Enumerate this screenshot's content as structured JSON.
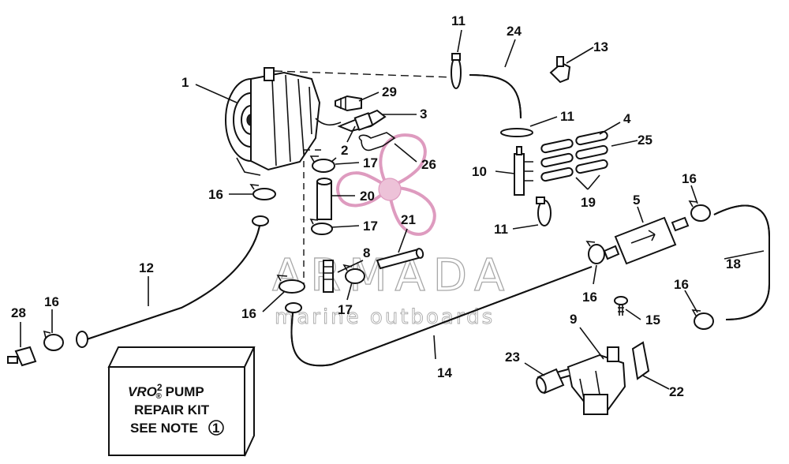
{
  "labels": [
    "1",
    "29",
    "3",
    "2",
    "26",
    "17",
    "20",
    "17",
    "21",
    "8",
    "16",
    "17",
    "16",
    "12",
    "28",
    "16",
    "11",
    "24",
    "13",
    "11",
    "4",
    "25",
    "10",
    "19",
    "11",
    "16",
    "5",
    "18",
    "16",
    "9",
    "15",
    "16",
    "14",
    "23",
    "22"
  ],
  "kit_text": {
    "line1_prefix": "VRO",
    "line1_sup": "2",
    "line1_mark": "®",
    "line1_suffix": " PUMP",
    "line2": "REPAIR KIT",
    "line3": "SEE NOTE",
    "note_number": "1"
  },
  "watermark": {
    "brand": "ARMADA",
    "tagline": "marine outboards",
    "color": "#e6a8c8"
  }
}
